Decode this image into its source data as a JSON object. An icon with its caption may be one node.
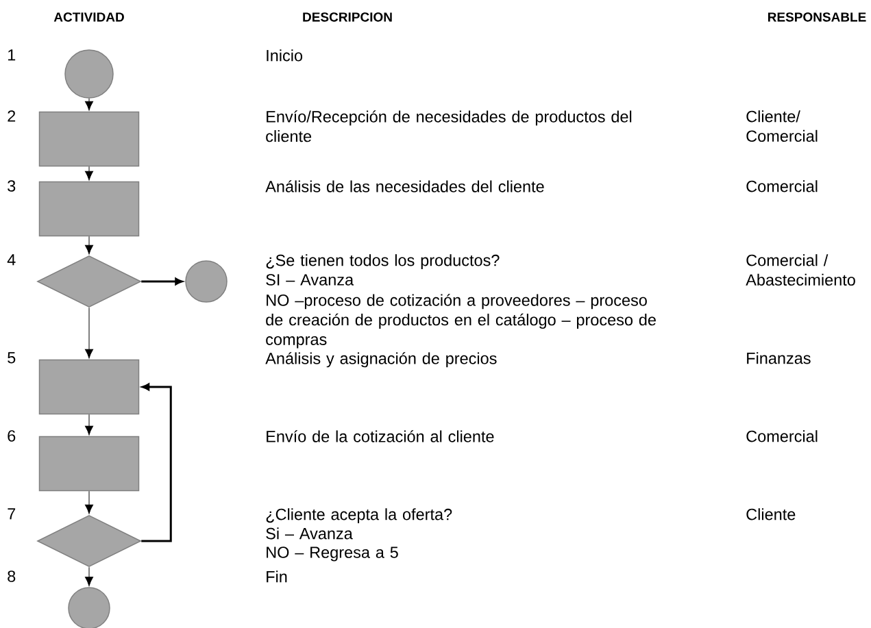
{
  "diagram": {
    "nodes": [
      {
        "text": [],
        "shape": "circle"
      },
      {
        "text": [],
        "shape": "box"
      },
      {
        "text": [],
        "shape": "box"
      },
      {
        "text": [],
        "shape": "diamond"
      },
      {
        "text": [],
        "shape": "circle"
      },
      {
        "text": [],
        "shape": "box"
      },
      {
        "text": [],
        "shape": "box"
      },
      {
        "text": [],
        "shape": "diamond"
      },
      {
        "text": [],
        "shape": "circle"
      }
    ],
    "edges": [
      {
        "from": 0,
        "to": 1,
        "arrow": "to"
      },
      {
        "from": 1,
        "to": 2,
        "arrow": "to"
      },
      {
        "from": 2,
        "to": 3,
        "arrow": "to"
      },
      {
        "from": 3,
        "to": 4,
        "arrow": "to",
        "style": "thick"
      },
      {
        "from": 3,
        "to": 5,
        "arrow": "to"
      },
      {
        "from": 5,
        "to": 6,
        "arrow": "to"
      },
      {
        "from": 6,
        "to": 7,
        "arrow": "to"
      },
      {
        "from": 7,
        "to": 5,
        "arrow": "to",
        "style": "thick"
      },
      {
        "from": 7,
        "to": 8,
        "arrow": "to"
      }
    ],
    "labels": [
      "ACTIVIDAD",
      "DESCRIPCION",
      "RESPONSABLE",
      "1",
      "Inicio",
      "2",
      "Envío/Recepción de necesidades de productos del cliente",
      "Cliente/ Comercial",
      "3",
      "Análisis de las necesidades del cliente",
      "Comercial",
      "4",
      "¿Se tienen todos los productos?",
      "Comercial / Abastecimiento",
      "SI – Avanza",
      "NO –proceso de cotización a proveedores – proceso de creación de productos en el catálogo – proceso de compras",
      "5",
      "Análisis y asignación de precios",
      "Finanzas",
      "6",
      "Envío de la cotización al cliente",
      "Comercial",
      "7",
      "¿Cliente acepta la oferta?",
      "Cliente",
      "Si – Avanza",
      "NO – Regresa a 5",
      "8",
      "Fin"
    ]
  }
}
